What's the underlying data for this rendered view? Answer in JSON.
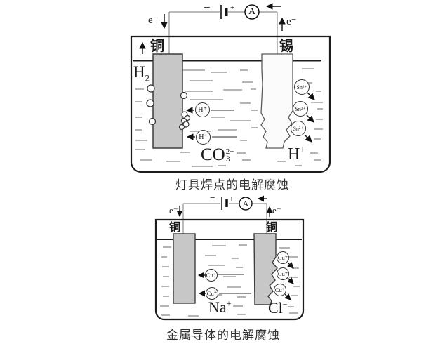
{
  "colors": {
    "line": "#1c1c1c",
    "wire": "#8f8f8f",
    "electrode_gray": "#c7c7c7",
    "tin_white": "#fbfbfb",
    "water_dash": "#8c8c8c"
  },
  "diagram1": {
    "caption": "灯具焊点的电解腐蚀",
    "battery_minus": "−",
    "battery_plus": "+",
    "ammeter_label": "A",
    "electron_label_left": "e⁻",
    "electron_label_right": "e⁻",
    "electrode_left_label": "铜",
    "electrode_right_label": "锡",
    "gas_label": {
      "base": "H",
      "sub": "2"
    },
    "carbonate_label": {
      "base": "CO",
      "sup": "2−",
      "sub": "3"
    },
    "acid_label": {
      "base": "H",
      "sup": "+"
    },
    "h_ion_1": "H⁺",
    "h_ion_2": "H⁺",
    "sn_ion_1": "Sn²⁺",
    "sn_ion_2": "Sn²⁺",
    "sn_ion_3": "Sn²⁺"
  },
  "diagram2": {
    "caption": "金属导体的电解腐蚀",
    "battery_minus": "−",
    "battery_plus": "+",
    "ammeter_label": "A",
    "electron_label_left": "e⁻",
    "electron_label_right": "e⁻",
    "electrode_left_label": "铜",
    "electrode_right_label": "铜",
    "sodium_label": {
      "base": "Na",
      "sup": "+"
    },
    "chloride_label": {
      "base": "Cl",
      "sup": "−"
    },
    "cu_ion_left_1": "Cu⁺",
    "cu_ion_left_2": "Cu⁺",
    "cu_ion_right_1": "Cu⁺",
    "cu_ion_right_2": "Cu⁺",
    "cu_ion_right_3": "Cu⁺"
  }
}
